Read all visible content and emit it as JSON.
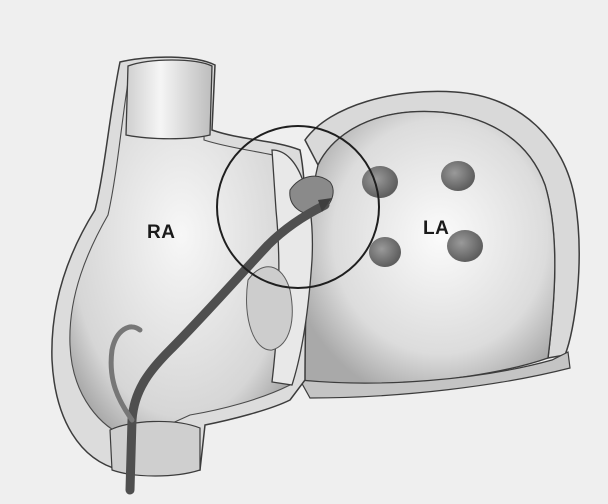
{
  "labels": {
    "right_atrium": "RA",
    "left_atrium": "LA"
  },
  "annotations": {
    "highlight": "circle-outline"
  },
  "colors": {
    "background": "#efefef",
    "tissue_light": "#f4f4f4",
    "tissue_shadow": "#b8b8b8",
    "outline": "#3c3c3c",
    "catheter": "#5c5c5c",
    "pulmonary_vein": "#7a7a7a",
    "circle": "#1f1f1f"
  }
}
